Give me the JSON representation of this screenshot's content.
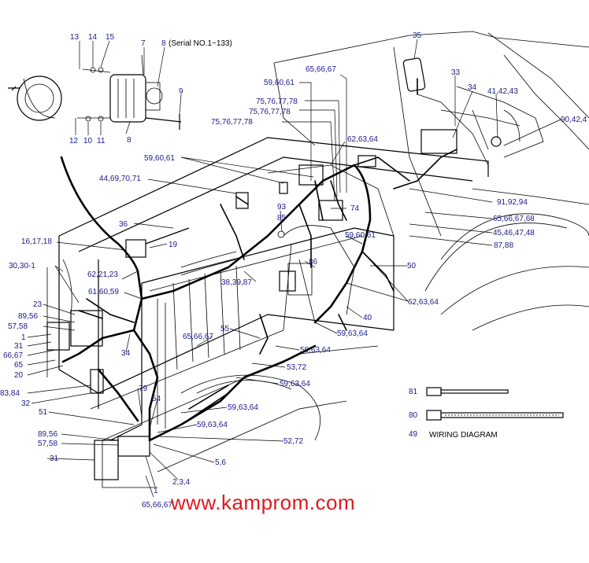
{
  "labels": {
    "l13": "13",
    "l14": "14",
    "l15": "15",
    "l7": "7",
    "l8a": "8",
    "serial": "(Serial NO.1~133)",
    "l9": "9",
    "l12": "12",
    "l10": "10",
    "l11": "11",
    "l8b": "8",
    "l35": "35",
    "l65_66_67a": "65,66,67",
    "l59_60_61a": "59,60,61",
    "l33": "33",
    "l34a": "34",
    "l41_42_43": "41,42,43",
    "l90_42_4": "90,42,4",
    "l75a": "75,76,77,78",
    "l75b": "75,76,77,78",
    "l75c": "75,76,77,78",
    "l62_63_64a": "62,63,64",
    "l59_60_61b": "59,60,61",
    "l44_69": "44,69,70,71",
    "l93": "93",
    "l85": "85",
    "l74": "74",
    "l91_92_94": "91,92,94",
    "l65_66_67_68": "65,66,67,68",
    "l45_46": "45,46,47,48",
    "l87_88": "87,88",
    "l36": "36",
    "l19": "19",
    "l16_17_18": "16,17,18",
    "l59_60_61c": "59,60,61",
    "l50": "50",
    "l86": "86",
    "l30": "30,30-1",
    "l62_21_23": "62,21,23",
    "l38_39_87": "38,39,87",
    "l61_60_59": "61,60,59",
    "l62_63_64b": "62,63,64",
    "l23": "23",
    "l89_56a": "89,56",
    "l57_58a": "57,58",
    "l40": "40",
    "l1a": "1",
    "l55": "55",
    "l59_63_64a": "59,63,64",
    "l65_66_67b": "65,66,67",
    "l31a": "31",
    "l66_67": "66,67",
    "l34b": "34",
    "l59_63_64b": "59,63,64",
    "l65": "65",
    "l20": "20",
    "l53_72": "53,72",
    "l59_63_64c": "59,63,64",
    "l83_84": "83,84",
    "l79": "79",
    "l32": "32",
    "l54": "54",
    "l59_63_64d": "59,63,64",
    "l51": "51",
    "l59_63_64e": "59,63,64",
    "l89_56b": "89,56",
    "l52_72": "52,72",
    "l57_58b": "57,58",
    "l31b": "31",
    "l5_6": "5,6",
    "l2_3_4": "2,3,4",
    "l1b": "1",
    "l65_66_67c": "65,66,67",
    "l81": "81",
    "l80": "80",
    "l49": "49",
    "wiring": "WIRING DIAGRAM"
  },
  "watermark": "www.kamprom.com"
}
